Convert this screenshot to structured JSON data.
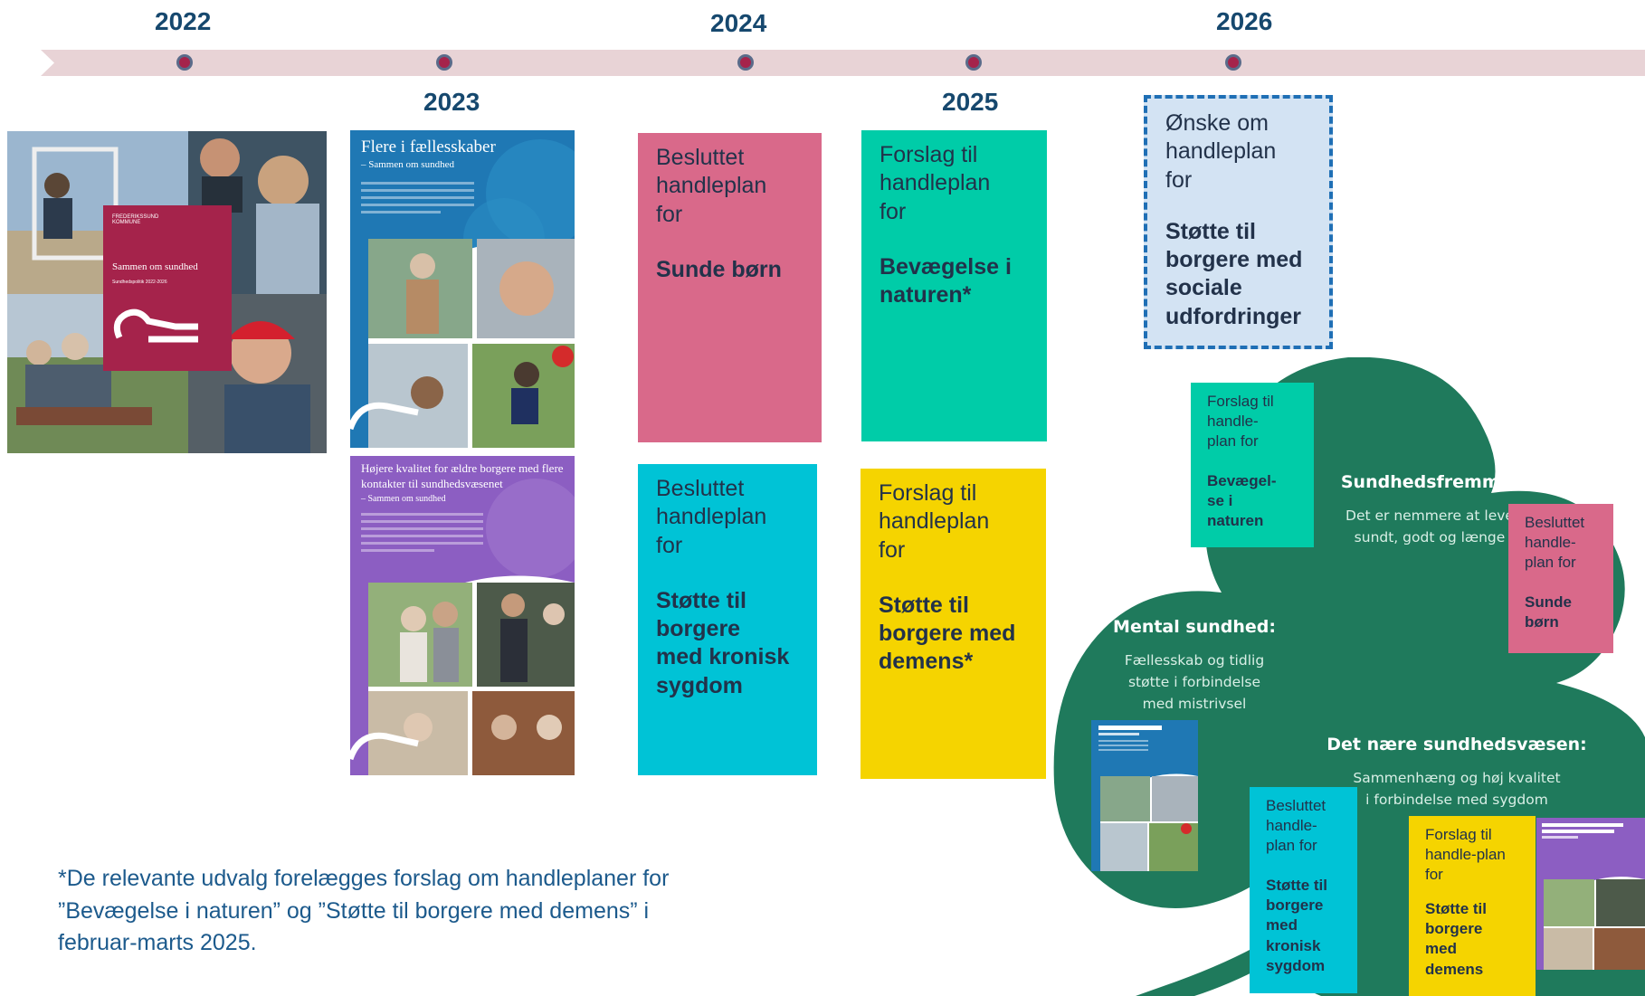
{
  "timeline": {
    "years": [
      "2022",
      "2023",
      "2024",
      "2025",
      "2026"
    ],
    "colors": {
      "band": "#e8d3d6",
      "dot": "#a5234b",
      "year_text": "#16486e"
    }
  },
  "brochures": {
    "b2022": {
      "org": "FREDERIKSSUND KOMMUNE",
      "title": "Sammen om sundhed",
      "subtitle": "Sundhedspolitik 2022-2026"
    },
    "b2023a": {
      "title": "Flere i fællesskaber",
      "subtitle": "– Sammen om sundhed"
    },
    "b2023b": {
      "title": "Højere kvalitet for ældre borgere med flere kontakter til sundhedsvæsenet",
      "subtitle": "– Sammen om sundhed"
    }
  },
  "cards": {
    "c2024a": {
      "top": "Besluttet\nhandleplan\nfor",
      "main": "Sunde børn",
      "color": "#d9698a"
    },
    "c2024b": {
      "top": "Besluttet\nhandleplan\nfor",
      "main": "Støtte til\nborgere\nmed kronisk\nsygdom",
      "color": "#00c3d6"
    },
    "c2025a": {
      "top": "Forslag til\nhandleplan\nfor",
      "main": "Bevægelse i\nnaturen*",
      "color": "#00cca8"
    },
    "c2025b": {
      "top": "Forslag til\nhandleplan\nfor",
      "main": "Støtte til\nborgere med\ndemens*",
      "color": "#f5d400"
    },
    "c2026": {
      "top": "Ønske om\nhandleplan\nfor",
      "main": "Støtte til\nborgere med\nsociale\nudfordringer",
      "color": "#d3e3f3"
    }
  },
  "clover": {
    "color": "#1f7a5c",
    "sundhedsfremme": {
      "heading": "Sundhedsfremme:",
      "text": "Det er nemmere at leve\nsundt, godt og længe"
    },
    "mental": {
      "heading": "Mental sundhed:",
      "text": "Fællesskab og tidlig\nstøtte i forbindelse\nmed mistrivsel"
    },
    "naere": {
      "heading": "Det nære sundhedsvæsen:",
      "text": "Sammenhæng og høj kvalitet\ni forbindelse med sygdom"
    },
    "mini_cards": {
      "bevaegelse": {
        "top": "Forslag til\nhandle-\nplan for",
        "main": "Bevægel-\nse i\nnaturen"
      },
      "sunde_born": {
        "top": "Besluttet\nhandle-\nplan for",
        "main": "Sunde\nbørn"
      },
      "kronisk": {
        "top": "Besluttet\nhandle-\nplan for",
        "main": "Støtte til\nborgere\nmed\nkronisk\nsygdom"
      },
      "demens": {
        "top": "Forslag til\nhandle-plan\nfor",
        "main": "Støtte til\nborgere\nmed\ndemens"
      }
    }
  },
  "footnote": "*De relevante udvalg forelægges forslag om handleplaner for ”Bevægelse i naturen” og ”Støtte til borgere med demens” i februar-marts 2025."
}
